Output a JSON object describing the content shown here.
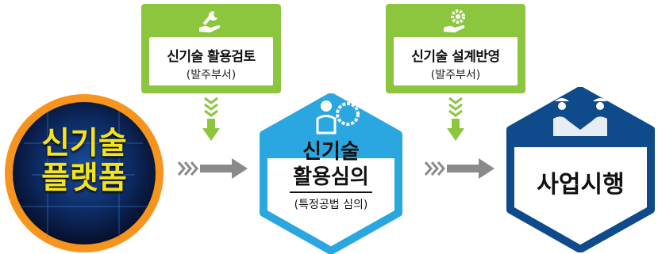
{
  "review_box": {
    "title": "신기술 활용검토",
    "sub": "(발주부서)",
    "icon": "wrench-hand-icon"
  },
  "design_box": {
    "title": "신기술 설계반영",
    "sub": "(발주부서)",
    "icon": "gear-hand-icon"
  },
  "platform": {
    "line1": "신기술",
    "line2": "플랫폼"
  },
  "deliberation": {
    "line1": "신기술",
    "line2": "활용심의",
    "sub": "(특정공법 심의)",
    "icon": "person-gear-icon"
  },
  "execution": {
    "label": "사업시행",
    "icon": "handshake-workers-icon"
  },
  "colors": {
    "green": "#8cc63f",
    "blue": "#2aa7e1",
    "navy": "#0f4a8a",
    "orange": "#f7941d",
    "arrow": "#8a8a8a"
  }
}
